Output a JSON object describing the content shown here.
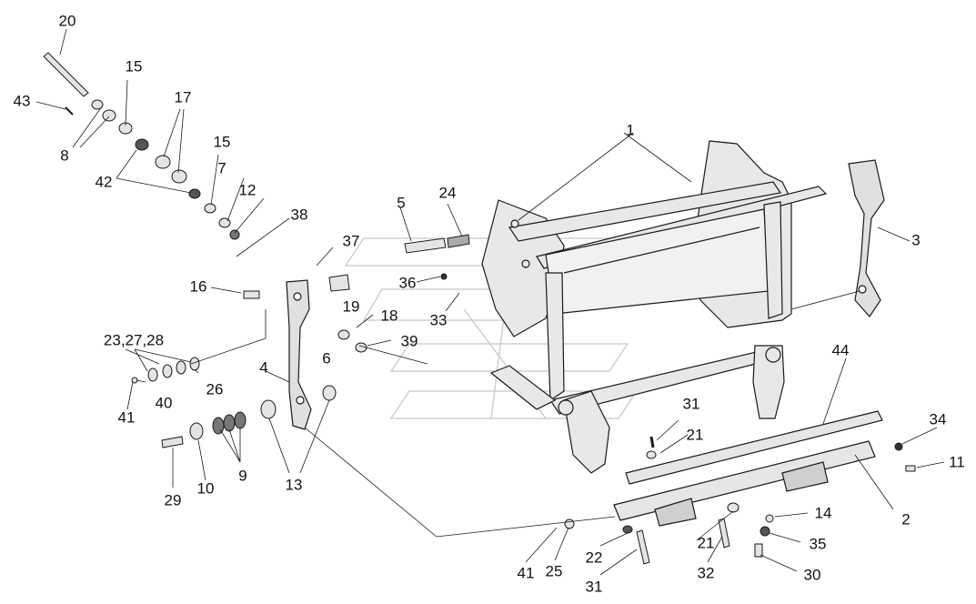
{
  "diagram": {
    "labels": [
      "1",
      "2",
      "3",
      "4",
      "5",
      "6",
      "7",
      "8",
      "9",
      "10",
      "11",
      "12",
      "13",
      "14",
      "15a",
      "15b",
      "16",
      "17",
      "18",
      "19",
      "20",
      "21a",
      "21b",
      "22",
      "23",
      "24",
      "25",
      "26",
      "29",
      "30",
      "31a",
      "31b",
      "32",
      "33",
      "34",
      "35",
      "36",
      "37",
      "38",
      "39",
      "40",
      "41a",
      "41b",
      "42",
      "43",
      "44"
    ],
    "text": {
      "1": "1",
      "2": "2",
      "3": "3",
      "4": "4",
      "5": "5",
      "6": "6",
      "7": "7",
      "8": "8",
      "9": "9",
      "10": "10",
      "11": "11",
      "12": "12",
      "13": "13",
      "14": "14",
      "15a": "15",
      "15b": "15",
      "16": "16",
      "17": "17",
      "18": "18",
      "19": "19",
      "20": "20",
      "21a": "21",
      "21b": "21",
      "22": "22",
      "23": "23,27,28",
      "24": "24",
      "25": "25",
      "26": "26",
      "29": "29",
      "30": "30",
      "31a": "31",
      "31b": "31",
      "32": "32",
      "33": "33",
      "34": "34",
      "35": "35",
      "36": "36",
      "37": "37",
      "38": "38",
      "39": "39",
      "40": "40",
      "41a": "41",
      "41b": "41",
      "42": "42",
      "43": "43",
      "44": "44"
    },
    "colors": {
      "line": "#1a1a1a",
      "part_fill": "#e6e6e6",
      "part_dark": "#bdbdbd",
      "watermark": "#cfcfcf"
    }
  }
}
